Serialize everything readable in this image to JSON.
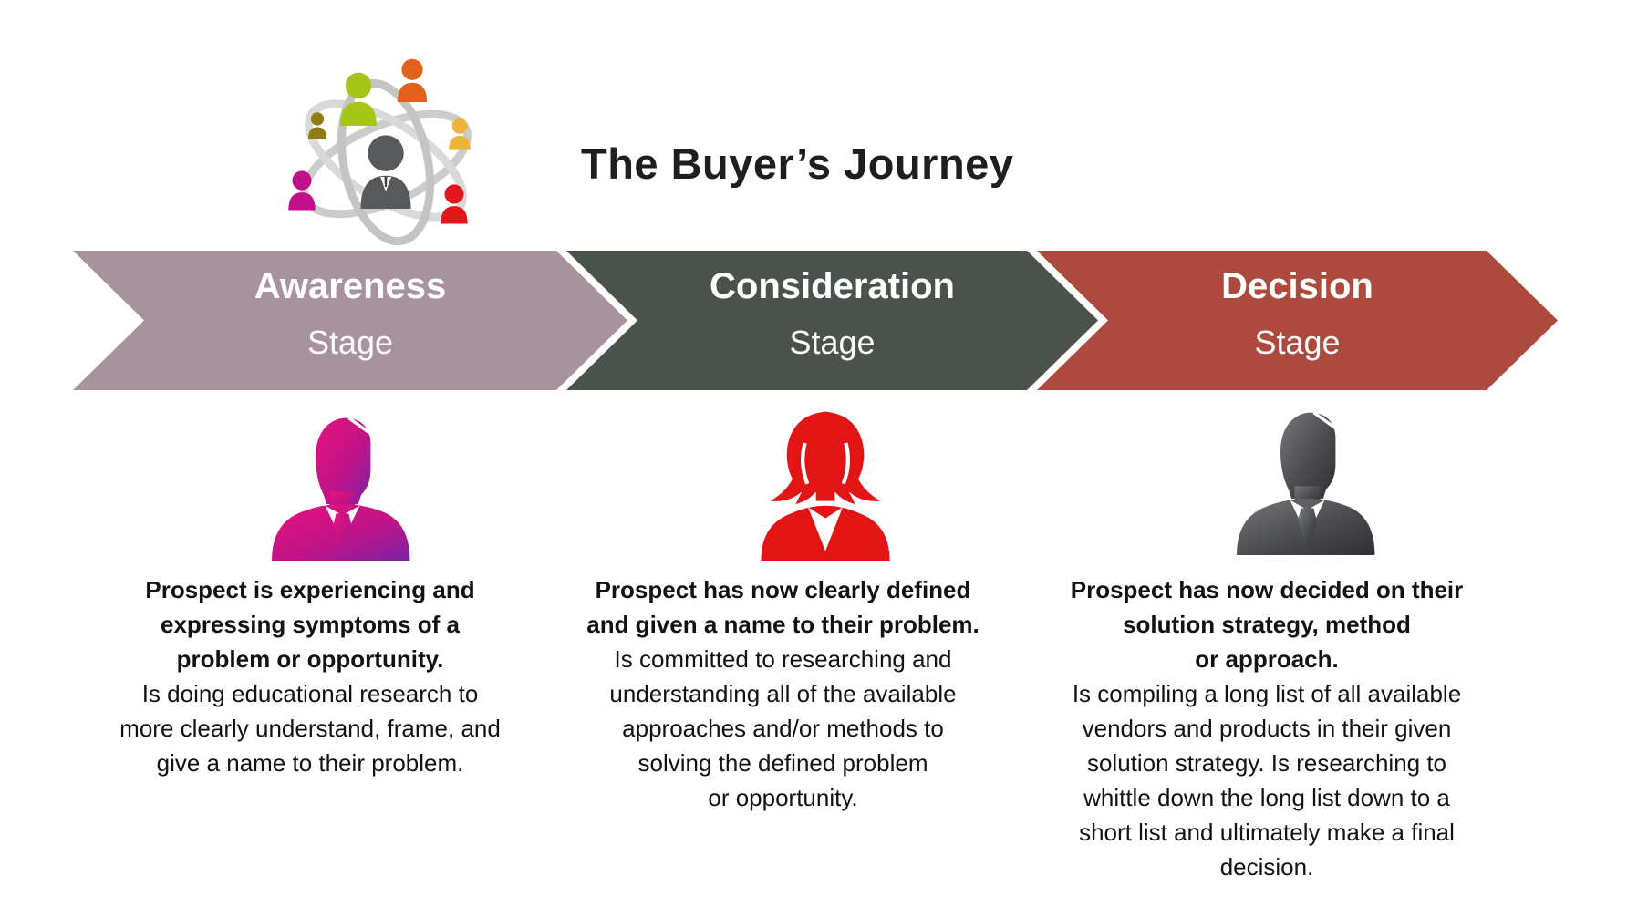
{
  "title": "The Buyer’s Journey",
  "colors": {
    "awareness": "#a8929e",
    "consideration": "#4a524b",
    "decision": "#ae493e",
    "text": "#121212",
    "stage_label": "#ffffff"
  },
  "icons": {
    "logo": "network-people-logo",
    "personas": [
      "magenta-businessman-icon",
      "red-businesswoman-icon",
      "gray-businessman-icon"
    ]
  },
  "stages": [
    {
      "label": "Awareness",
      "sublabel": "Stage",
      "color": "#a8929e",
      "persona_icon": "magenta-businessman-icon",
      "desc_bold": [
        "Prospect is experiencing and",
        "expressing symptoms of a",
        "problem or opportunity."
      ],
      "desc": [
        "Is doing educational research to",
        "more clearly understand, frame, and",
        "give a name to their problem."
      ]
    },
    {
      "label": "Consideration",
      "sublabel": "Stage",
      "color": "#4a524b",
      "persona_icon": "red-businesswoman-icon",
      "desc_bold": [
        "Prospect has now clearly defined",
        "and given a name to their problem."
      ],
      "desc": [
        "Is committed to researching and",
        "understanding all of the available",
        "approaches and/or methods to",
        "solving the defined problem",
        "or opportunity."
      ]
    },
    {
      "label": "Decision",
      "sublabel": "Stage",
      "color": "#ae493e",
      "persona_icon": "gray-businessman-icon",
      "desc_bold": [
        "Prospect has now decided on their",
        "solution strategy, method",
        "or approach."
      ],
      "desc": [
        "Is compiling a long list of all available",
        "vendors and products in their given",
        "solution strategy. Is researching to",
        "whittle down the long list down to a",
        "short list and ultimately make a final",
        "decision."
      ]
    }
  ]
}
